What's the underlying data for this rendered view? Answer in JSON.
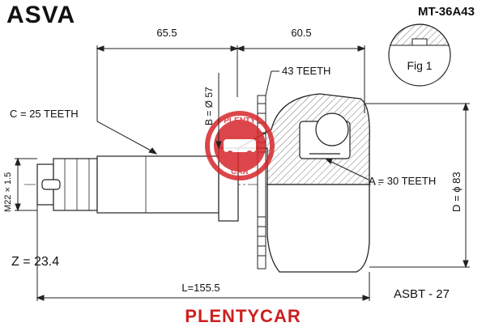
{
  "header": {
    "brand": "ASVA",
    "part_number": "MT-36A43"
  },
  "dimensions": {
    "left_length": "65.5",
    "right_length": "60.5",
    "total_length": "L=155.5",
    "abs_teeth": "43 TEETH",
    "b_diameter": "B = Ø 57",
    "c_teeth": "C = 25 TEETH",
    "a_teeth": "A = 30 TEETH",
    "d_diameter": "D = ϕ 83",
    "thread": "M22 × 1.5",
    "z_value": "Z = 23.4"
  },
  "figure": {
    "label": "Fig 1"
  },
  "watermark": {
    "top": "PLENTY",
    "bottom": "CAR"
  },
  "codes": {
    "boot_code": "ASBT - 27"
  },
  "footer": {
    "brand": "PLENTYCAR"
  },
  "colors": {
    "line": "#222222",
    "watermark": "#d6262b",
    "footer_text": "#cc1f1f"
  }
}
